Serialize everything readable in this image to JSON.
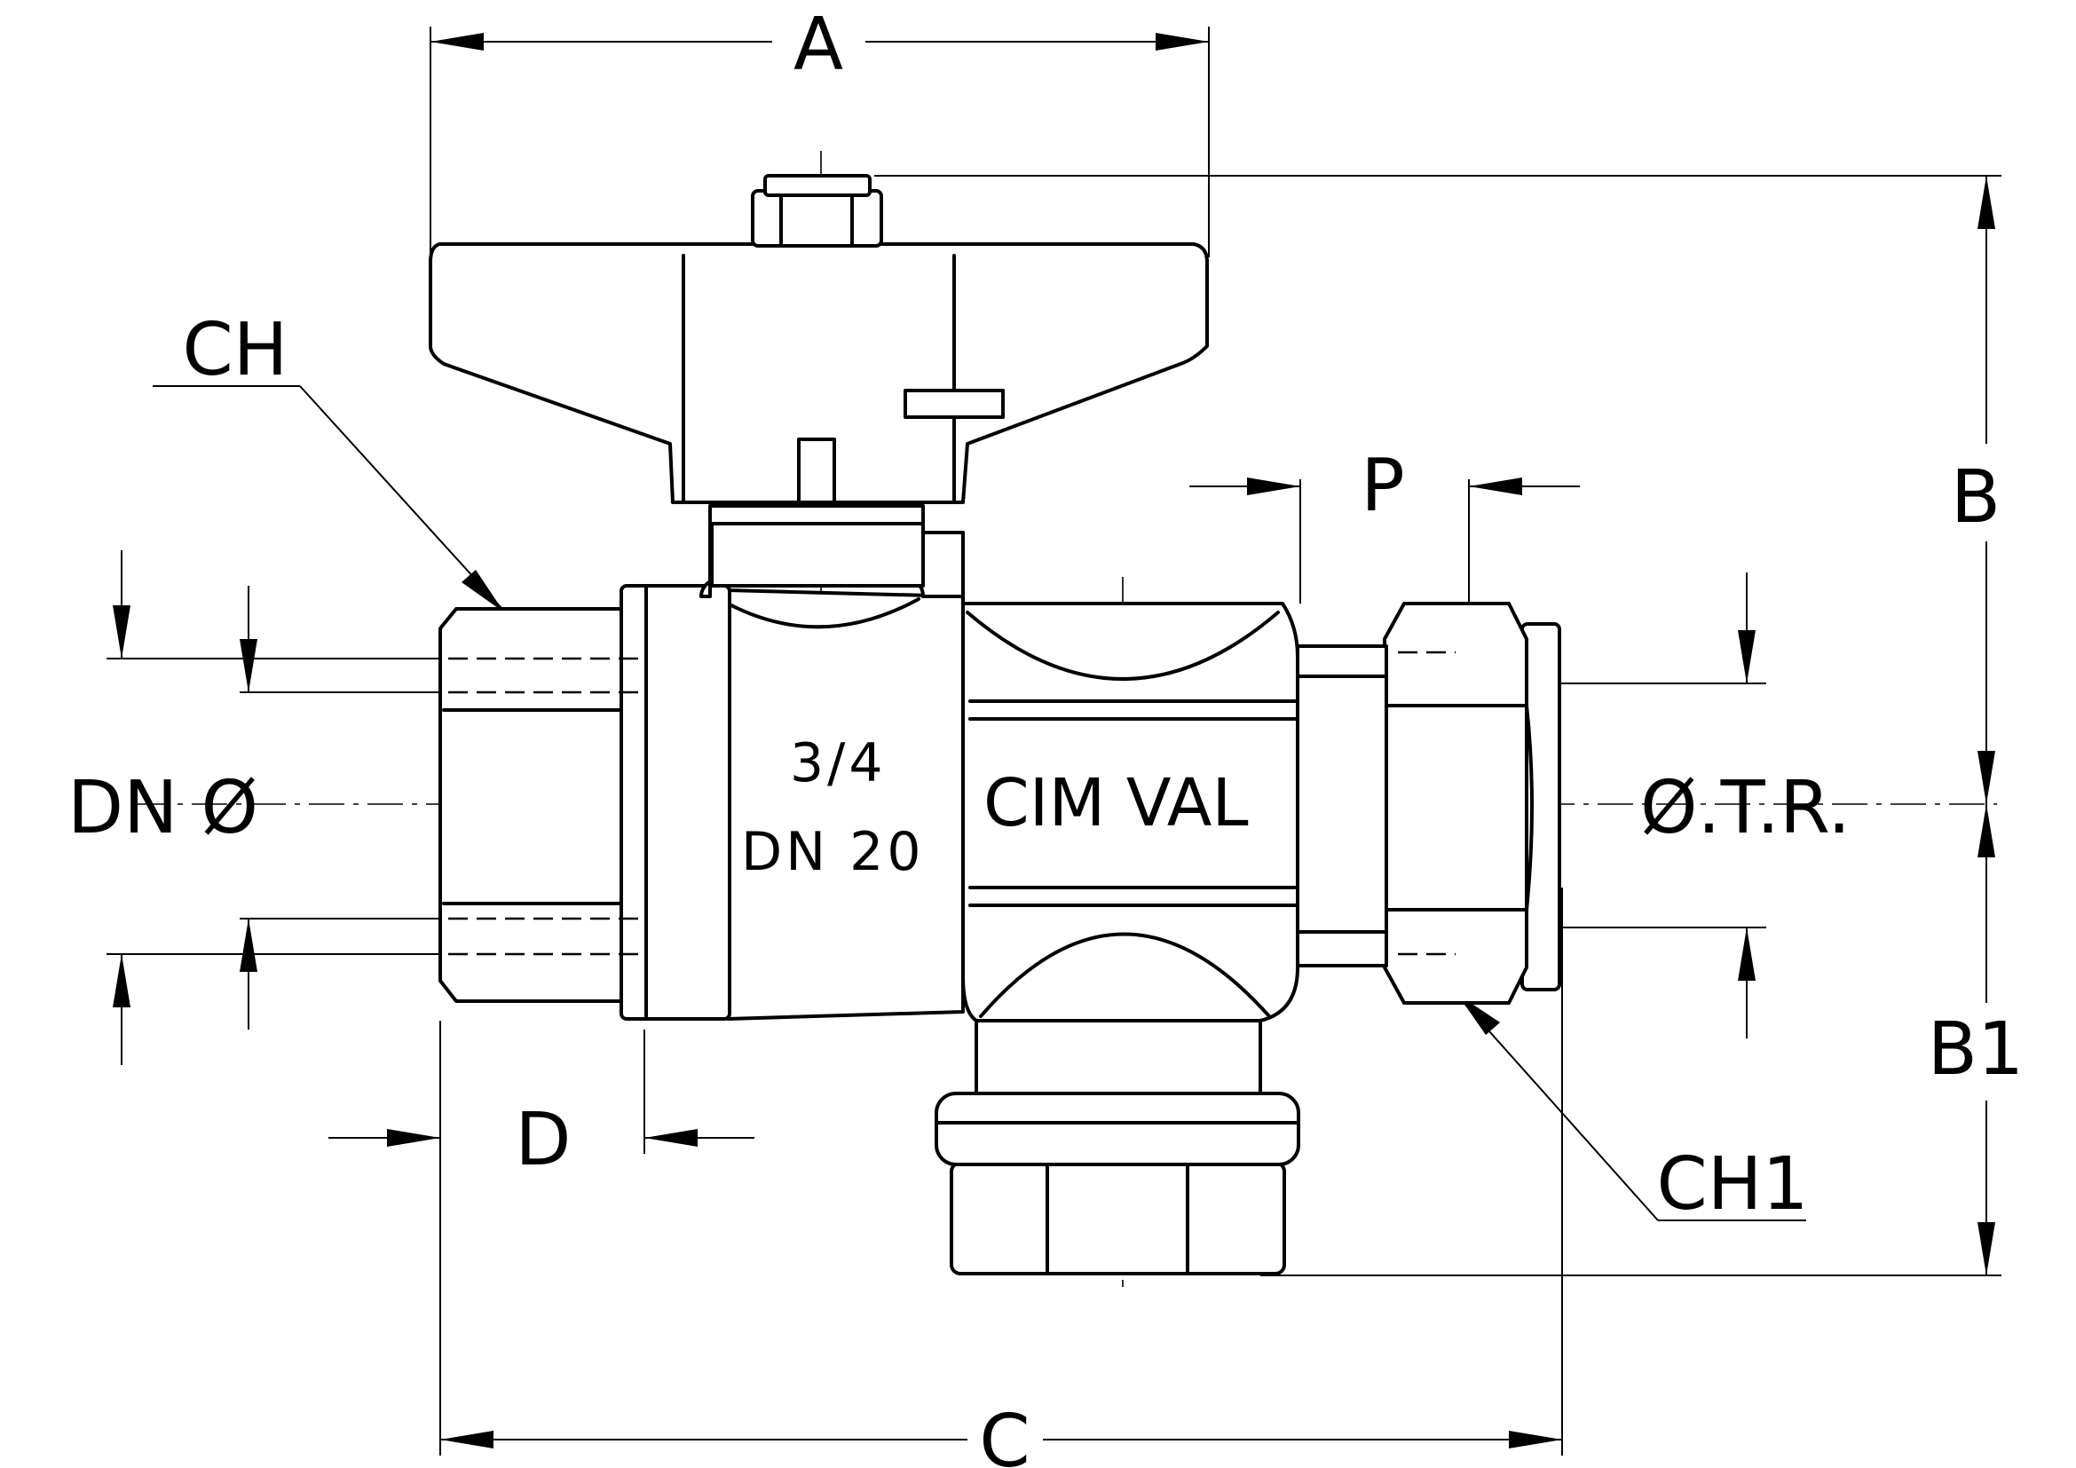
{
  "dimensions": {
    "A": "A",
    "B": "B",
    "B1": "B1",
    "C": "C",
    "D": "D",
    "P": "P",
    "CH": "CH",
    "CH1": "CH1",
    "DN_diameter": "DN Ø",
    "OTR": "Ø.T.R."
  },
  "body_markings": {
    "size": "3/4",
    "nominal": "DN  20",
    "brand": "CIM VAL"
  },
  "colors": {
    "line": "#000000",
    "background": "#ffffff"
  }
}
